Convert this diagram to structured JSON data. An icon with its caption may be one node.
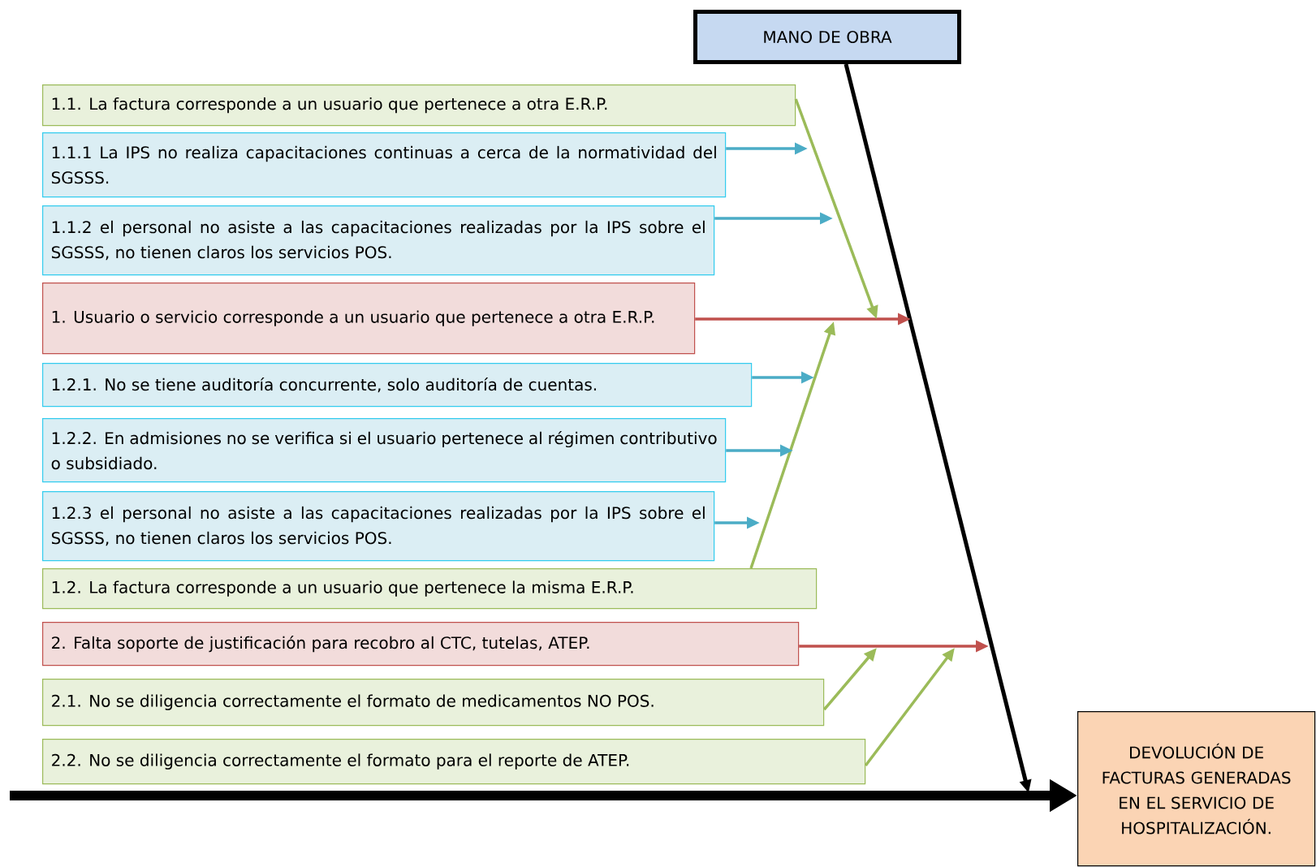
{
  "diagram": {
    "nodes": [
      {
        "text": [
          "MANO DE OBRA"
        ]
      },
      {
        "text": [
          "1.1. La factura corresponde a un usuario que pertenece a otra E.R.P."
        ]
      },
      {
        "text": [
          "1.1.1 La IPS no realiza capacitaciones continuas a cerca de la normatividad del SGSSS."
        ]
      },
      {
        "text": [
          "1.1.2 el personal no asiste a las capacitaciones realizadas por la IPS sobre el SGSSS, no tienen claros los servicios POS."
        ]
      },
      {
        "text": [
          "1. Usuario o servicio corresponde a un usuario que pertenece a otra E.R.P."
        ]
      },
      {
        "text": [
          "1.2.1. No se tiene auditoría concurrente, solo auditoría de cuentas."
        ]
      },
      {
        "text": [
          "1.2.2. En admisiones no se verifica si el usuario pertenece al régimen contributivo o subsidiado."
        ]
      },
      {
        "text": [
          "1.2.3 el personal no asiste a las capacitaciones realizadas por la IPS sobre el SGSSS, no tienen claros los servicios POS."
        ]
      },
      {
        "text": [
          "1.2. La factura corresponde a un usuario que pertenece la misma E.R.P."
        ]
      },
      {
        "text": [
          "2. Falta soporte de justificación para recobro al CTC, tutelas, ATEP."
        ]
      },
      {
        "text": [
          "2.1. No se diligencia correctamente el formato de medicamentos NO POS."
        ]
      },
      {
        "text": [
          "2.2. No se diligencia correctamente el formato para el reporte de ATEP."
        ]
      },
      {
        "text": [
          "DEVOLUCIÓN DE FACTURAS GENERADAS EN EL SERVICIO DE HOSPITALIZACIÓN."
        ]
      }
    ],
    "edges": [
      {
        "from": null,
        "to": 12,
        "arrow": "to",
        "style": "thick",
        "color": "#000000"
      },
      {
        "from": 0,
        "to": null,
        "arrow": "to",
        "color": "#000000"
      },
      {
        "from": 4,
        "to": null,
        "arrow": "to",
        "color": "#c0504d"
      },
      {
        "from": 9,
        "to": null,
        "arrow": "to",
        "color": "#c0504d"
      },
      {
        "from": 1,
        "to": null,
        "arrow": "to",
        "color": "#9bbb59"
      },
      {
        "from": 8,
        "to": null,
        "arrow": "to",
        "color": "#9bbb59"
      },
      {
        "from": 10,
        "to": null,
        "arrow": "to",
        "color": "#9bbb59"
      },
      {
        "from": 11,
        "to": null,
        "arrow": "to",
        "color": "#9bbb59"
      },
      {
        "from": 2,
        "to": null,
        "arrow": "to",
        "color": "#4bacc6"
      },
      {
        "from": 3,
        "to": null,
        "arrow": "to",
        "color": "#4bacc6"
      },
      {
        "from": 5,
        "to": null,
        "arrow": "to",
        "color": "#4bacc6"
      },
      {
        "from": 6,
        "to": null,
        "arrow": "to",
        "color": "#4bacc6"
      },
      {
        "from": 7,
        "to": null,
        "arrow": "to",
        "color": "#4bacc6"
      }
    ]
  }
}
